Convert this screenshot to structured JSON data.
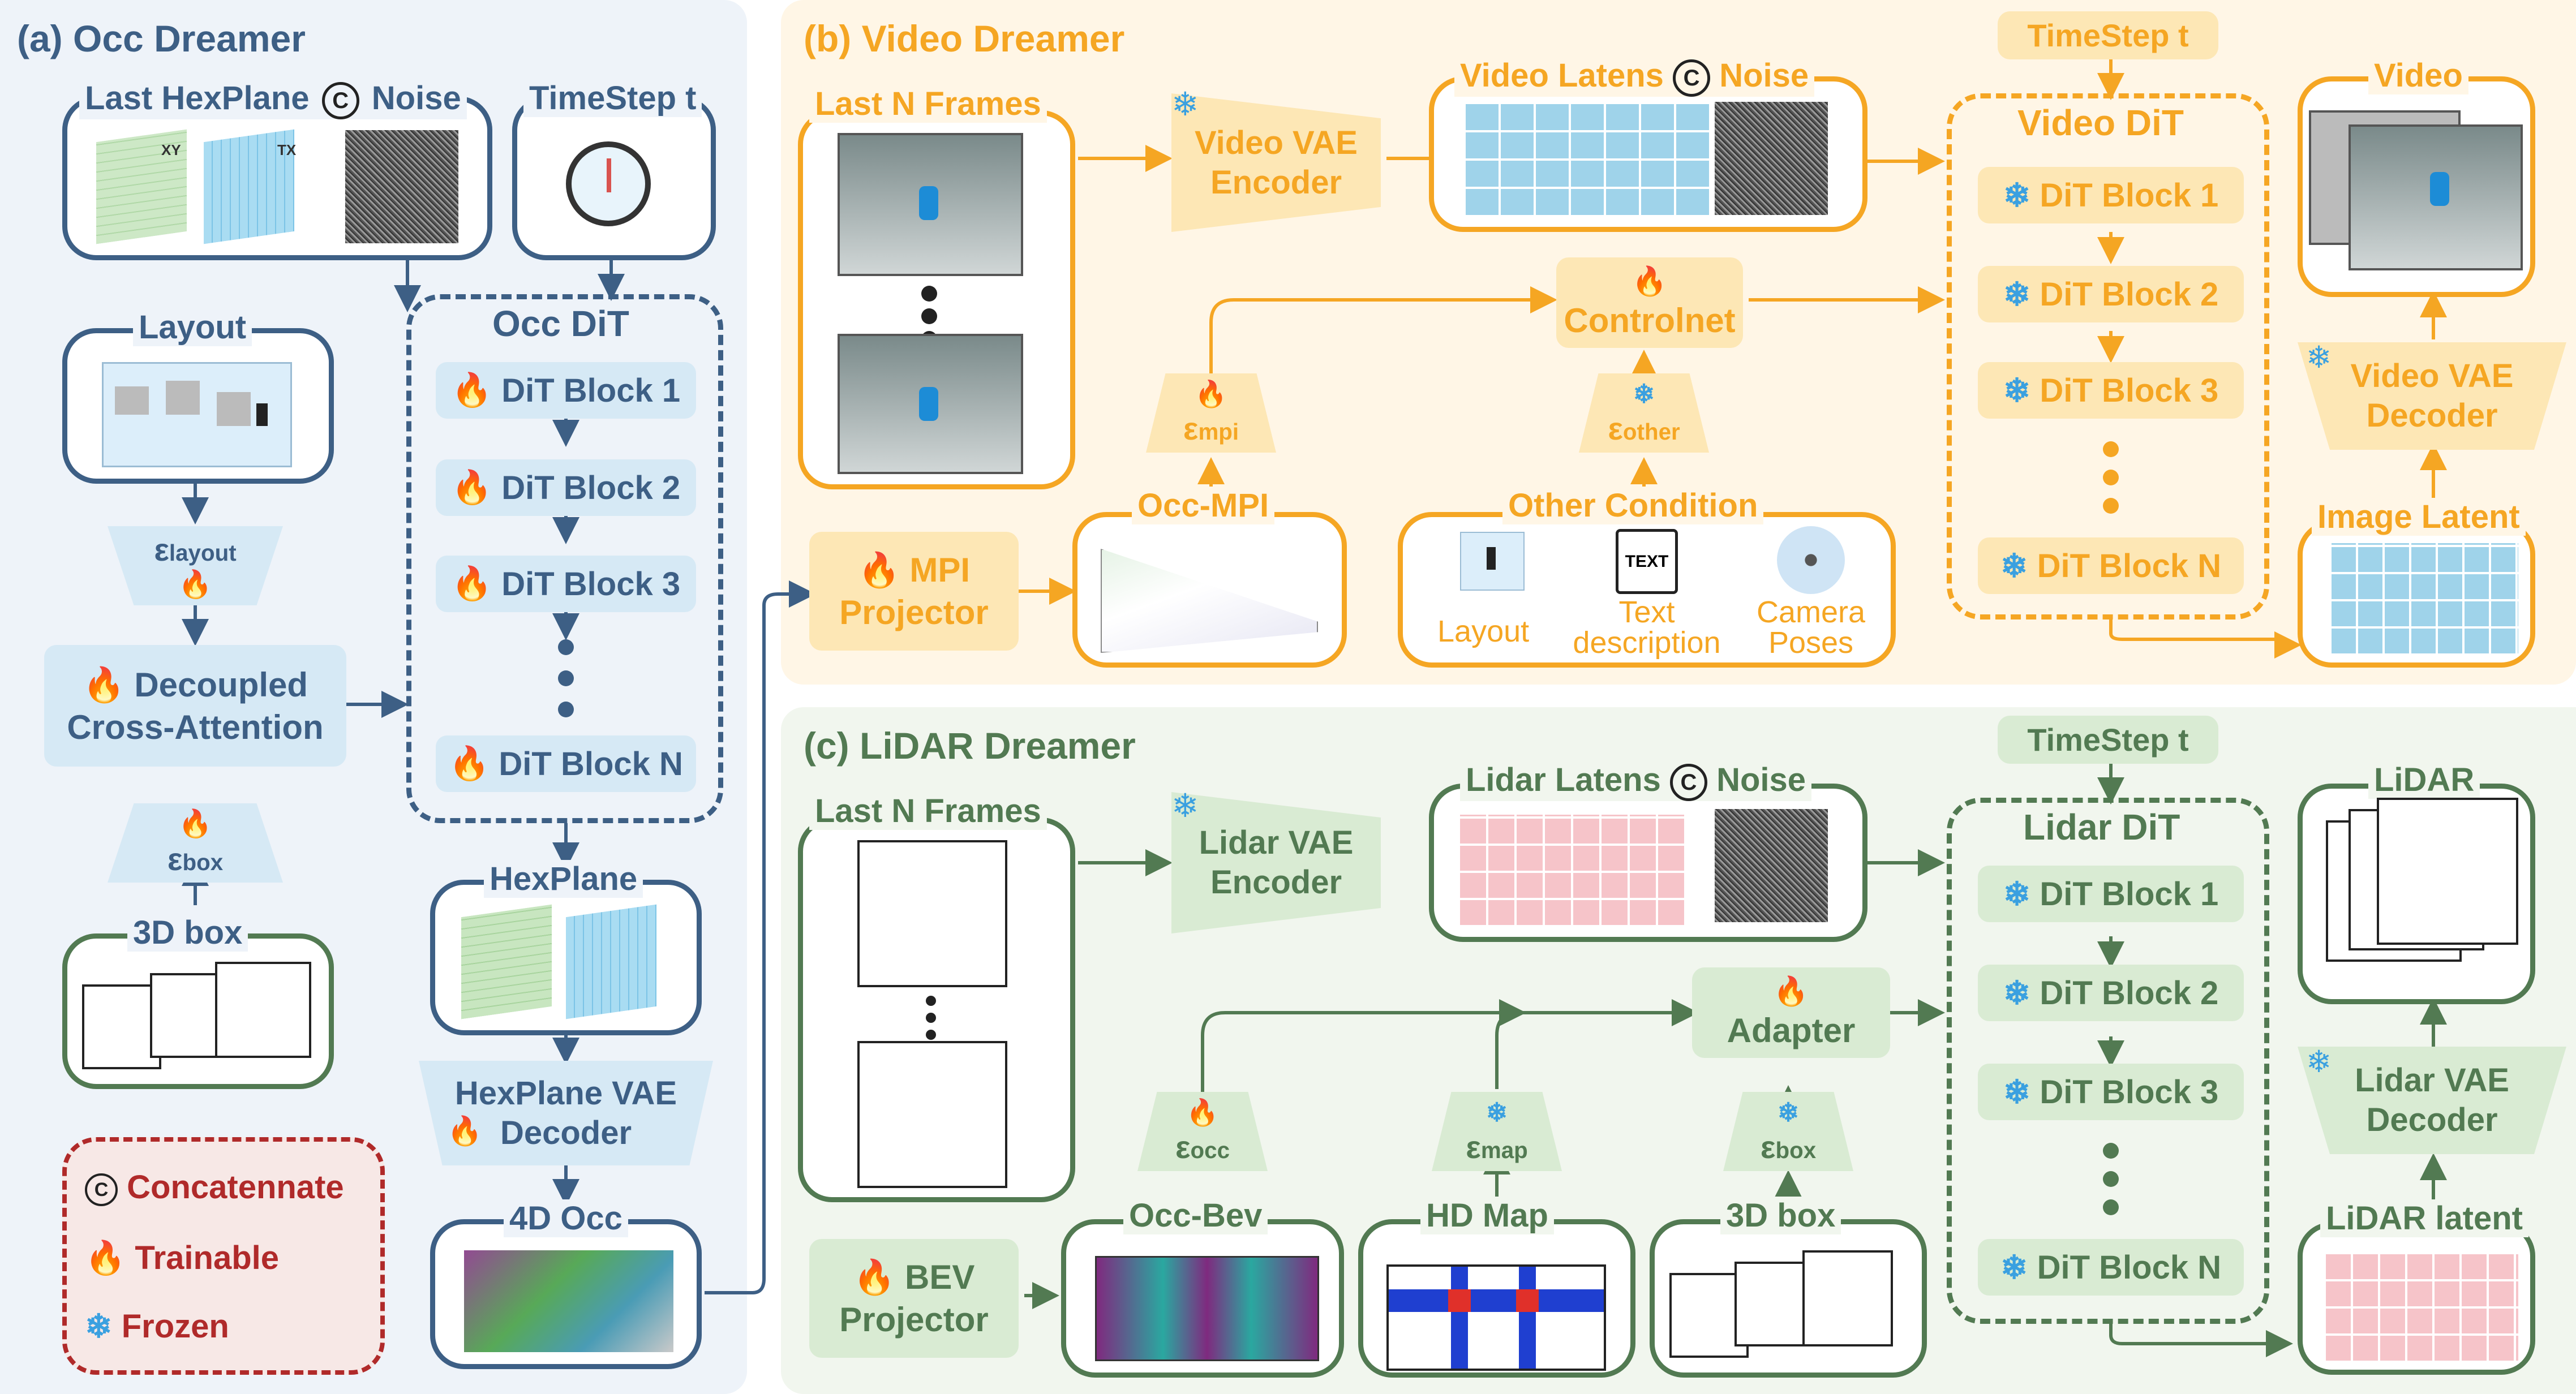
{
  "colors": {
    "occ": "#3d5f85",
    "video": "#f5a623",
    "lidar": "#527a52",
    "legend": "#b02a2a",
    "occ_bg": "#eef3f9",
    "video_bg": "#fff6e6",
    "lidar_bg": "#f1f6ee",
    "occ_fill": "#d6e9f5",
    "video_fill": "#fde7b5",
    "lidar_fill": "#d9ebd3"
  },
  "occ": {
    "title": "(a) Occ Dreamer",
    "hexplane_label": "Last HexPlane",
    "noise_label": "Noise",
    "concat_symbol": "C",
    "timestep": "TimeStep t",
    "layout": "Layout",
    "enc_layout_main": "ε",
    "enc_layout_sub": "layout",
    "decoupled": "Decoupled Cross-Attention",
    "enc_box_main": "ε",
    "enc_box_sub": "box",
    "box3d": "3D box",
    "dit_title": "Occ DiT",
    "blocks": [
      "DiT Block 1",
      "DiT Block 2",
      "DiT Block 3",
      "DiT Block N"
    ],
    "hexplane_out": "HexPlane",
    "hexplane_vae": "HexPlane VAE Decoder",
    "occ4d": "4D Occ",
    "plane_xy": "XY",
    "plane_tx": "TX"
  },
  "legend": {
    "concat": "Concatennate",
    "trainable": "Trainable",
    "frozen": "Frozen",
    "concat_symbol": "C"
  },
  "video": {
    "title": "(b) Video Dreamer",
    "frames": "Last N Frames",
    "encoder": "Video VAE Encoder",
    "latents": "Video Latens",
    "noise": "Noise",
    "timestep": "TimeStep t",
    "dit_title": "Video DiT",
    "blocks": [
      "DiT Block 1",
      "DiT Block 2",
      "DiT Block 3",
      "DiT Block N"
    ],
    "output": "Video",
    "decoder": "Video VAE Decoder",
    "image_latent": "Image Latent",
    "controlnet": "Controlnet",
    "enc_mpi_main": "ε",
    "enc_mpi_sub": "mpi",
    "enc_other_main": "ε",
    "enc_other_sub": "other",
    "projector": "MPI Projector",
    "occ_mpi": "Occ-MPI",
    "other_condition": "Other Condition",
    "cond_layout": "Layout",
    "cond_text": "Text description",
    "cond_text_icon": "TEXT",
    "cond_camera": "Camera Poses"
  },
  "lidar": {
    "title": "(c) LiDAR Dreamer",
    "frames": "Last N Frames",
    "encoder": "Lidar VAE Encoder",
    "latents": "Lidar Latens",
    "noise": "Noise",
    "timestep": "TimeStep t",
    "dit_title": "Lidar DiT",
    "blocks": [
      "DiT Block 1",
      "DiT Block 2",
      "DiT Block 3",
      "DiT Block N"
    ],
    "output": "LiDAR",
    "decoder": "Lidar VAE Decoder",
    "latent": "LiDAR latent",
    "adapter": "Adapter",
    "enc_occ_main": "ε",
    "enc_occ_sub": "occ",
    "enc_map_main": "ε",
    "enc_map_sub": "map",
    "enc_box_main": "ε",
    "enc_box_sub": "box",
    "projector": "BEV Projector",
    "occ_bev": "Occ-Bev",
    "hd_map": "HD Map",
    "box3d": "3D box"
  },
  "icons": {
    "fire": "fire-icon",
    "snow": "snowflake-icon",
    "concat": "concat-c-icon",
    "stopwatch": "stopwatch-icon"
  }
}
